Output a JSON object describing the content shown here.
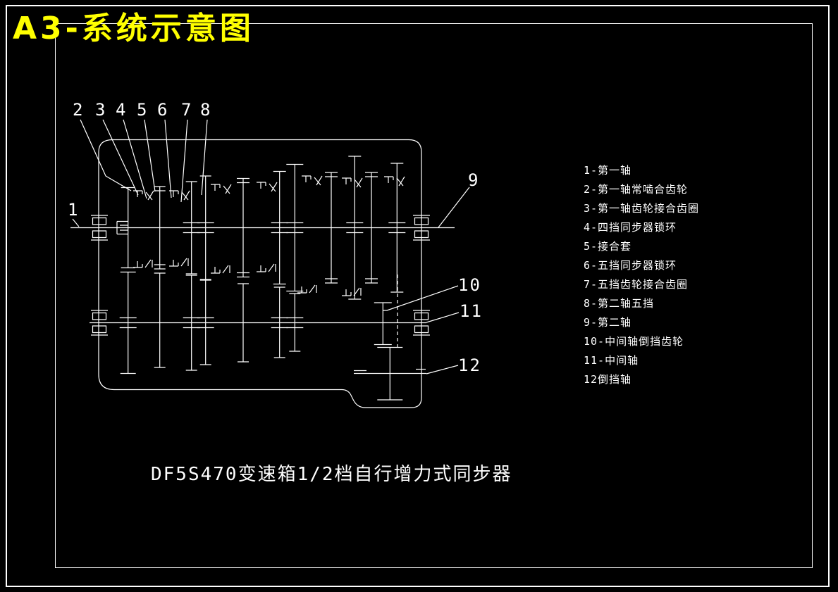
{
  "title": "A3-系统示意图",
  "colors": {
    "background": "#000000",
    "line": "#ffffff",
    "title_text": "#ffff00"
  },
  "diagram": {
    "caption": "DF5S470变速箱1/2档自行增力式同步器",
    "callouts": [
      "1",
      "2",
      "3",
      "4",
      "5",
      "6",
      "7",
      "8",
      "9",
      "10",
      "11",
      "12"
    ]
  },
  "legend": {
    "items": [
      "1-第一轴",
      "2-第一轴常啮合齿轮",
      "3-第一轴齿轮接合齿圈",
      "4-四挡同步器锁环",
      "5-接合套",
      "6-五挡同步器锁环",
      "7-五挡齿轮接合齿圈",
      "8-第二轴五挡",
      "9-第二轴",
      "10-中间轴倒挡齿轮",
      "11-中间轴",
      "12倒挡轴"
    ]
  }
}
